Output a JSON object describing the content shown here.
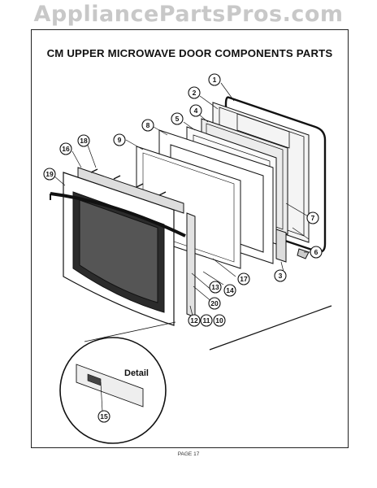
{
  "watermark": "AppliancePartsPros.com",
  "title": "CM UPPER MICROWAVE DOOR COMPONENTS PARTS",
  "page_label": "PAGE 17",
  "detail_label": "Detail",
  "callouts": [
    "1",
    "2",
    "3",
    "4",
    "5",
    "6",
    "7",
    "8",
    "9",
    "10",
    "11",
    "12",
    "13",
    "14",
    "15",
    "16",
    "17",
    "18",
    "19",
    "20"
  ]
}
